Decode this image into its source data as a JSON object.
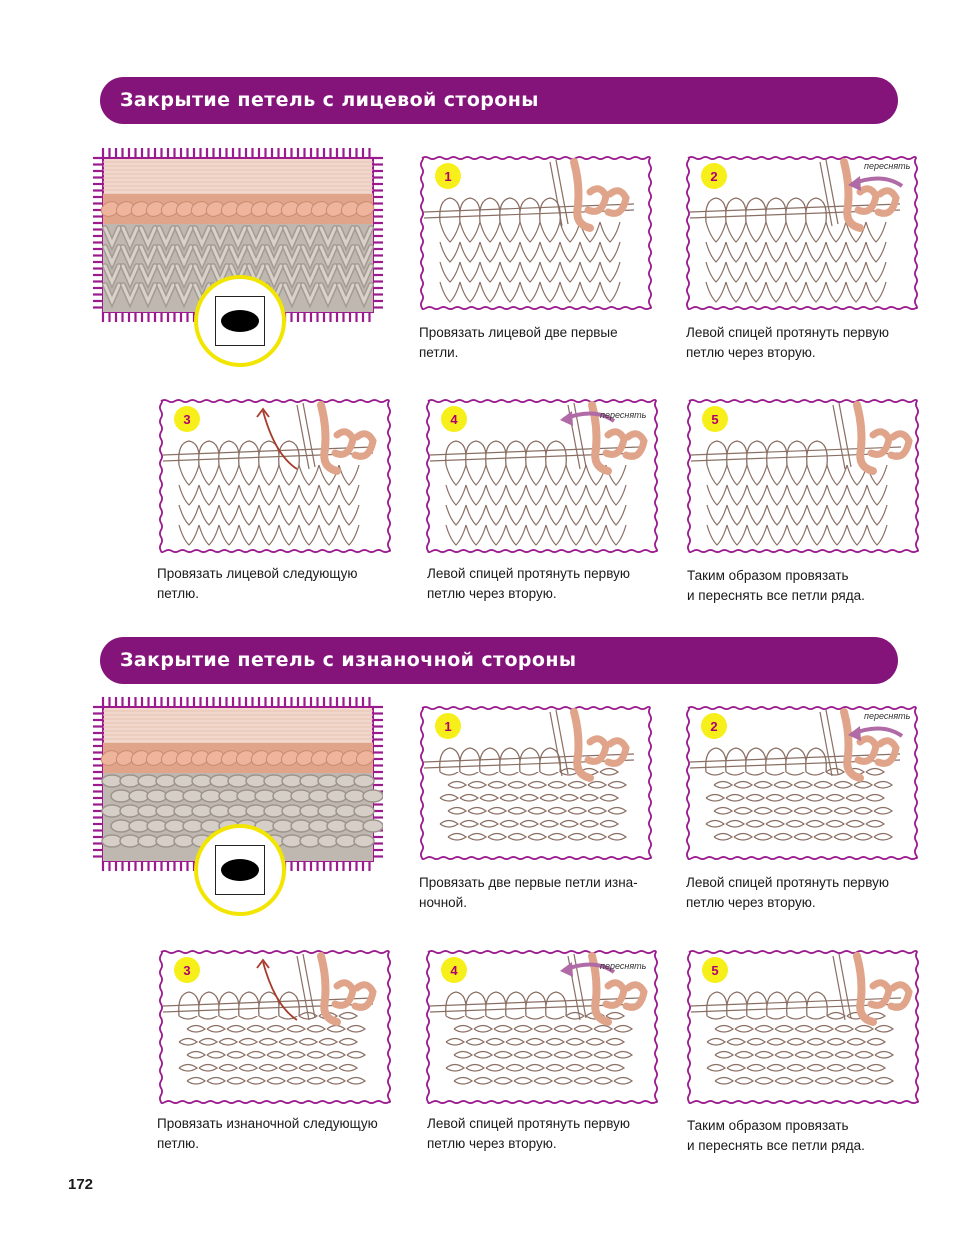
{
  "sections": [
    {
      "title": "Закрытие петель с лицевой стороны",
      "fabric": "knit",
      "steps": [
        {
          "num": "1",
          "caption": "Провязать лицевой две первые\nпетли.",
          "tag": ""
        },
        {
          "num": "2",
          "caption": "Левой спицей протянуть первую\nпетлю через вторую.",
          "tag": "переснять"
        },
        {
          "num": "3",
          "caption": "Провязать лицевой следующую\nпетлю.",
          "tag": ""
        },
        {
          "num": "4",
          "caption": "Левой спицей протянуть первую\nпетлю через вторую.",
          "tag": "переснять"
        },
        {
          "num": "5",
          "caption": "Таким образом провязать\nи переснять все петли ряда.",
          "tag": ""
        }
      ]
    },
    {
      "title": "Закрытие петель с изнаночной стороны",
      "fabric": "purl",
      "steps": [
        {
          "num": "1",
          "caption": "Провязать две первые петли изна-\nночной.",
          "tag": ""
        },
        {
          "num": "2",
          "caption": "Левой спицей протянуть первую\nпетлю через вторую.",
          "tag": "переснять"
        },
        {
          "num": "3",
          "caption": "Провязать изнаночной следующую\nпетлю.",
          "tag": ""
        },
        {
          "num": "4",
          "caption": "Левой спицей протянуть первую\nпетлю через вторую.",
          "tag": "переснять"
        },
        {
          "num": "5",
          "caption": "Таким образом провязать\nи переснять все петли ряда.",
          "tag": ""
        }
      ]
    }
  ],
  "page_number": "172",
  "icons": {
    "photo_badge": "black-oval-symbol-icon",
    "arrow": "curved-arrow-icon"
  },
  "colors": {
    "banner": "#85147a",
    "badge_ring": "#f2e600",
    "frame": "#9b1b8f",
    "yarn_pink": "#e0a48a",
    "number_badge": "#f7ef1a",
    "arrow": "#b06aa6"
  }
}
